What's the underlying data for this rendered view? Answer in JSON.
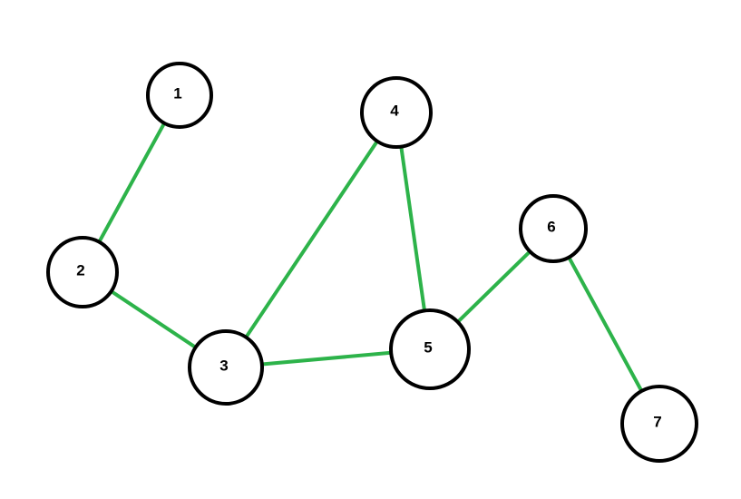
{
  "graph": {
    "colors": {
      "edge": "#2db34a",
      "node_stroke": "#000000",
      "node_fill": "#ffffff",
      "label": "#000000"
    },
    "nodes": [
      {
        "id": "1",
        "label": "1"
      },
      {
        "id": "2",
        "label": "2"
      },
      {
        "id": "3",
        "label": "3"
      },
      {
        "id": "4",
        "label": "4"
      },
      {
        "id": "5",
        "label": "5"
      },
      {
        "id": "6",
        "label": "6"
      },
      {
        "id": "7",
        "label": "7"
      }
    ],
    "edges": [
      {
        "from": "1",
        "to": "2"
      },
      {
        "from": "2",
        "to": "3"
      },
      {
        "from": "3",
        "to": "4"
      },
      {
        "from": "3",
        "to": "5"
      },
      {
        "from": "4",
        "to": "5"
      },
      {
        "from": "5",
        "to": "6"
      },
      {
        "from": "6",
        "to": "7"
      }
    ]
  }
}
